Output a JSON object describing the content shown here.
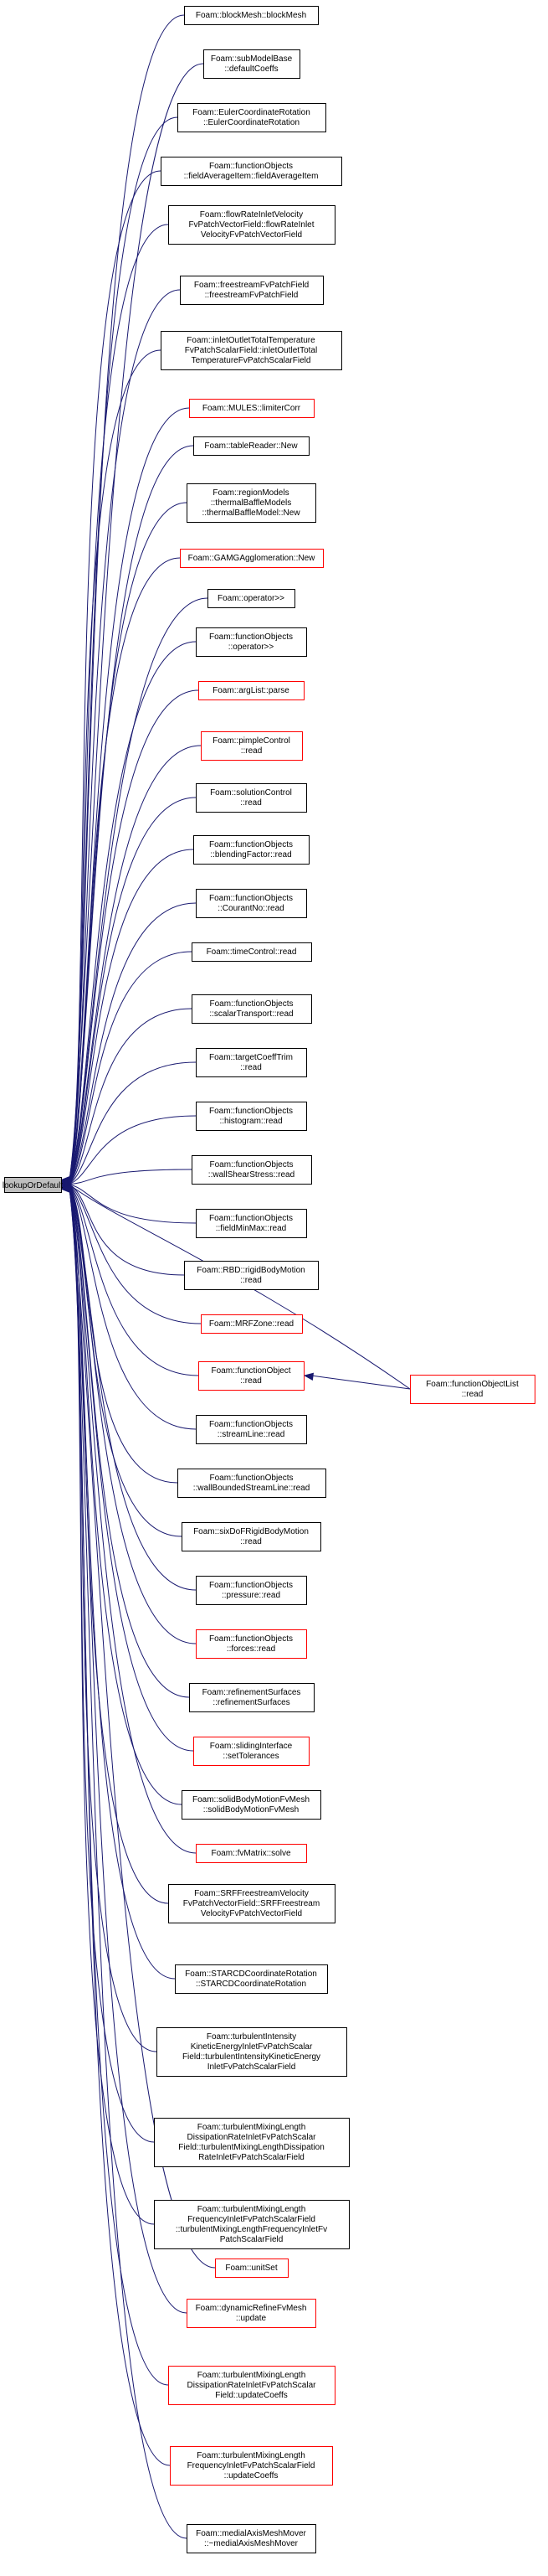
{
  "root": {
    "label": "lookupOrDefault"
  },
  "callers": [
    {
      "lines": [
        "Foam::blockMesh::blockMesh"
      ],
      "color": "black"
    },
    {
      "lines": [
        "Foam::subModelBase",
        "::defaultCoeffs"
      ],
      "color": "black"
    },
    {
      "lines": [
        "Foam::EulerCoordinateRotation",
        "::EulerCoordinateRotation"
      ],
      "color": "black"
    },
    {
      "lines": [
        "Foam::functionObjects",
        "::fieldAverageItem::fieldAverageItem"
      ],
      "color": "black"
    },
    {
      "lines": [
        "Foam::flowRateInletVelocity",
        "FvPatchVectorField::flowRateInlet",
        "VelocityFvPatchVectorField"
      ],
      "color": "black"
    },
    {
      "lines": [
        "Foam::freestreamFvPatchField",
        "::freestreamFvPatchField"
      ],
      "color": "black"
    },
    {
      "lines": [
        "Foam::inletOutletTotalTemperature",
        "FvPatchScalarField::inletOutletTotal",
        "TemperatureFvPatchScalarField"
      ],
      "color": "black"
    },
    {
      "lines": [
        "Foam::MULES::limiterCorr"
      ],
      "color": "red"
    },
    {
      "lines": [
        "Foam::tableReader::New"
      ],
      "color": "black"
    },
    {
      "lines": [
        "Foam::regionModels",
        "::thermalBaffleModels",
        "::thermalBaffleModel::New"
      ],
      "color": "black"
    },
    {
      "lines": [
        "Foam::GAMGAgglomeration::New"
      ],
      "color": "red"
    },
    {
      "lines": [
        "Foam::operator>>"
      ],
      "color": "black"
    },
    {
      "lines": [
        "Foam::functionObjects",
        "::operator>>"
      ],
      "color": "black"
    },
    {
      "lines": [
        "Foam::argList::parse"
      ],
      "color": "red"
    },
    {
      "lines": [
        "Foam::pimpleControl",
        "::read"
      ],
      "color": "red"
    },
    {
      "lines": [
        "Foam::solutionControl",
        "::read"
      ],
      "color": "black"
    },
    {
      "lines": [
        "Foam::functionObjects",
        "::blendingFactor::read"
      ],
      "color": "black"
    },
    {
      "lines": [
        "Foam::functionObjects",
        "::CourantNo::read"
      ],
      "color": "black"
    },
    {
      "lines": [
        "Foam::timeControl::read"
      ],
      "color": "black"
    },
    {
      "lines": [
        "Foam::functionObjects",
        "::scalarTransport::read"
      ],
      "color": "black"
    },
    {
      "lines": [
        "Foam::targetCoeffTrim",
        "::read"
      ],
      "color": "black"
    },
    {
      "lines": [
        "Foam::functionObjects",
        "::histogram::read"
      ],
      "color": "black"
    },
    {
      "lines": [
        "Foam::functionObjects",
        "::wallShearStress::read"
      ],
      "color": "black"
    },
    {
      "lines": [
        "Foam::functionObjects",
        "::fieldMinMax::read"
      ],
      "color": "black"
    },
    {
      "lines": [
        "Foam::RBD::rigidBodyMotion",
        "::read"
      ],
      "color": "black"
    },
    {
      "lines": [
        "Foam::MRFZone::read"
      ],
      "color": "red"
    },
    {
      "lines": [
        "Foam::functionObject",
        "::read"
      ],
      "color": "red"
    },
    {
      "lines": [
        "Foam::functionObjects",
        "::streamLine::read"
      ],
      "color": "black"
    },
    {
      "lines": [
        "Foam::functionObjects",
        "::wallBoundedStreamLine::read"
      ],
      "color": "black"
    },
    {
      "lines": [
        "Foam::sixDoFRigidBodyMotion",
        "::read"
      ],
      "color": "black"
    },
    {
      "lines": [
        "Foam::functionObjects",
        "::pressure::read"
      ],
      "color": "black"
    },
    {
      "lines": [
        "Foam::functionObjects",
        "::forces::read"
      ],
      "color": "red"
    },
    {
      "lines": [
        "Foam::refinementSurfaces",
        "::refinementSurfaces"
      ],
      "color": "black"
    },
    {
      "lines": [
        "Foam::slidingInterface",
        "::setTolerances"
      ],
      "color": "red"
    },
    {
      "lines": [
        "Foam::solidBodyMotionFvMesh",
        "::solidBodyMotionFvMesh"
      ],
      "color": "black"
    },
    {
      "lines": [
        "Foam::fvMatrix::solve"
      ],
      "color": "red"
    },
    {
      "lines": [
        "Foam::SRFFreestreamVelocity",
        "FvPatchVectorField::SRFFreestream",
        "VelocityFvPatchVectorField"
      ],
      "color": "black"
    },
    {
      "lines": [
        "Foam::STARCDCoordinateRotation",
        "::STARCDCoordinateRotation"
      ],
      "color": "black"
    },
    {
      "lines": [
        "Foam::turbulentIntensity",
        "KineticEnergyInletFvPatchScalar",
        "Field::turbulentIntensityKineticEnergy",
        "InletFvPatchScalarField"
      ],
      "color": "black"
    },
    {
      "lines": [
        "Foam::turbulentMixingLength",
        "DissipationRateInletFvPatchScalar",
        "Field::turbulentMixingLengthDissipation",
        "RateInletFvPatchScalarField"
      ],
      "color": "black"
    },
    {
      "lines": [
        "Foam::turbulentMixingLength",
        "FrequencyInletFvPatchScalarField",
        "::turbulentMixingLengthFrequencyInletFv",
        "PatchScalarField"
      ],
      "color": "black"
    },
    {
      "lines": [
        "Foam::unitSet"
      ],
      "color": "red"
    },
    {
      "lines": [
        "Foam::dynamicRefineFvMesh",
        "::update"
      ],
      "color": "red"
    },
    {
      "lines": [
        "Foam::turbulentMixingLength",
        "DissipationRateInletFvPatchScalar",
        "Field::updateCoeffs"
      ],
      "color": "red"
    },
    {
      "lines": [
        "Foam::turbulentMixingLength",
        "FrequencyInletFvPatchScalarField",
        "::updateCoeffs"
      ],
      "color": "red"
    },
    {
      "lines": [
        "Foam::medialAxisMeshMover",
        "::~medialAxisMeshMover"
      ],
      "color": "black"
    }
  ],
  "secondary": {
    "lines": [
      "Foam::functionObjectList",
      "::read"
    ],
    "color": "red"
  },
  "colors": {
    "edge": "#191970",
    "red_border": "#ff0000",
    "root_fill": "#bfbfbf"
  }
}
